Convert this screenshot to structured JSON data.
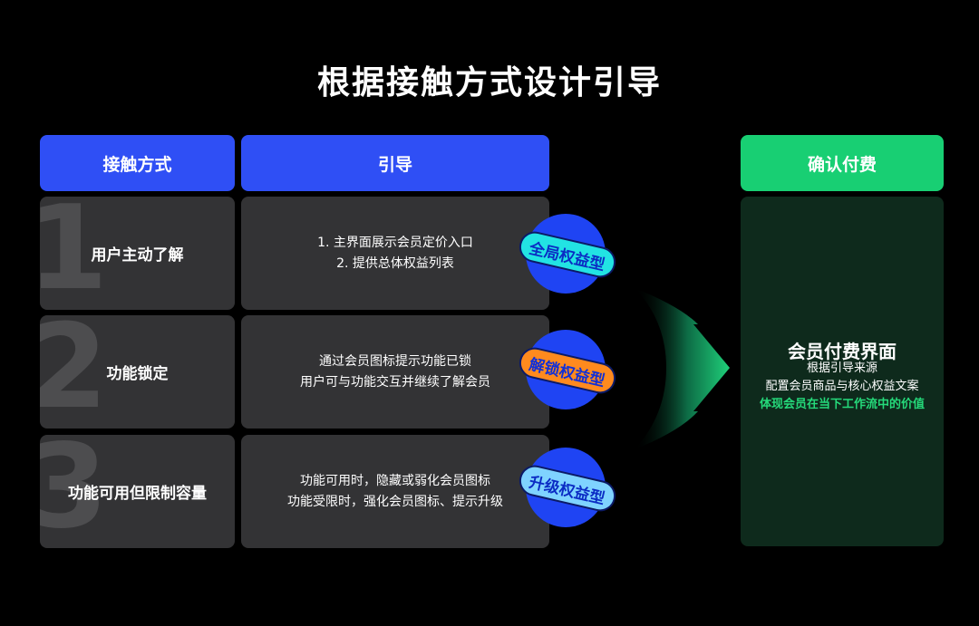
{
  "title": "根据接触方式设计引导",
  "headers": {
    "method": "接触方式",
    "guide": "引导",
    "result": "确认付费"
  },
  "rows": [
    {
      "number": "1",
      "method": "用户主动了解",
      "guide_line1": "1. 主界面展示会员定价入口",
      "guide_line2": "2. 提供总体权益列表",
      "badge": "全局权益型"
    },
    {
      "number": "2",
      "method": "功能锁定",
      "guide_line1": "通过会员图标提示功能已锁",
      "guide_line2": "用户可与功能交互并继续了解会员",
      "badge": "解锁权益型"
    },
    {
      "number": "3",
      "method": "功能可用但限制容量",
      "guide_line1": "功能可用时，隐藏或弱化会员图标",
      "guide_line2": "功能受限时，强化会员图标、提示升级",
      "badge": "升级权益型"
    }
  ],
  "result": {
    "title": "会员付费界面",
    "line1": "根据引导来源",
    "line2": "配置会员商品与核心权益文案",
    "line3": "体现会员在当下工作流中的价值"
  },
  "colors": {
    "header_blue": "#2f4ff5",
    "header_green": "#18cf73",
    "highlight_green": "#25d97a"
  }
}
